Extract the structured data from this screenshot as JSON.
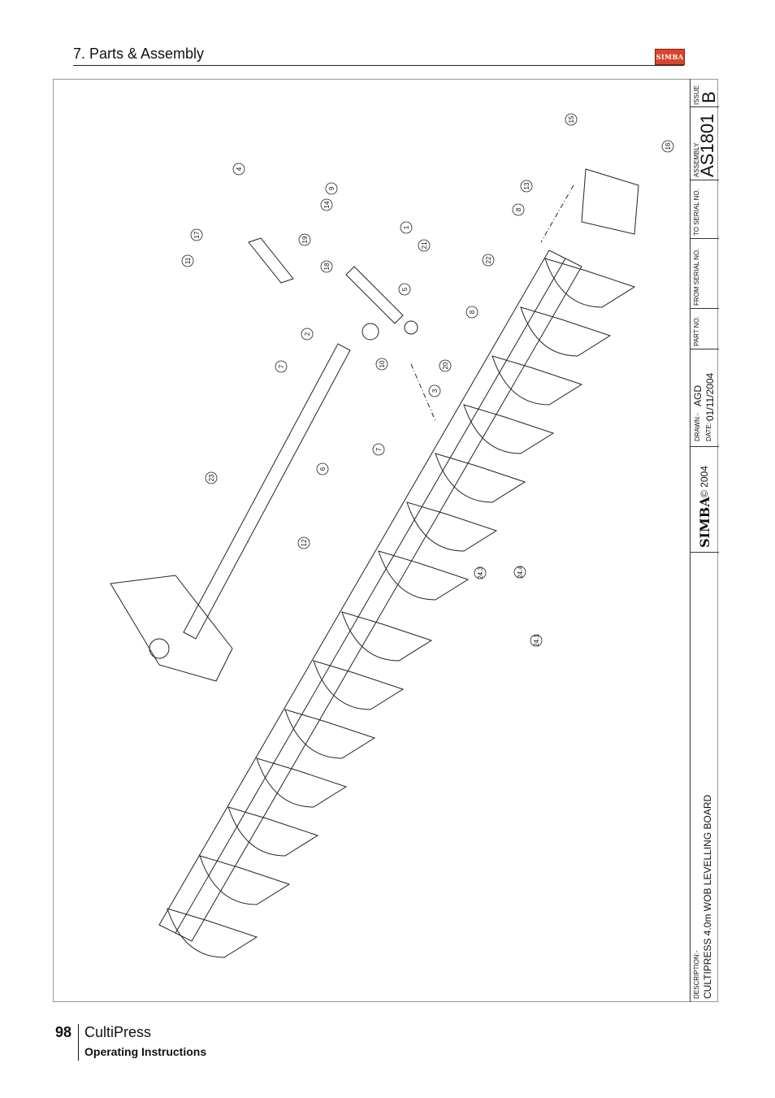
{
  "header": {
    "section_title": "7. Parts & Assembly",
    "logo_text": "SIMBA"
  },
  "title_block": {
    "issue_label": "ISSUE",
    "issue_value": "B",
    "assembly_label": "ASSEMBLY",
    "assembly_value": "AS1801",
    "to_serial_label": "TO SERIAL NO.",
    "from_serial_label": "FROM SERIAL NO.",
    "part_no_label": "PART NO.",
    "drawn_label": "DRAWN:-",
    "drawn_value": "AGD",
    "date_label": "DATE:-",
    "date_value": "01/11/2004",
    "copyright": "© 2004",
    "brand": "SIMBA",
    "description_label": "DESCRIPTION:-",
    "description_value": "CULTIPRESS 4.0m WOB LEVELLING BOARD"
  },
  "callouts": [
    "1",
    "2",
    "3",
    "4",
    "5",
    "6",
    "7",
    "7",
    "8",
    "8",
    "9",
    "10",
    "11",
    "12",
    "13",
    "14",
    "15",
    "16",
    "17",
    "18",
    "19",
    "20",
    "21",
    "22",
    "23",
    "24.1",
    "24.3",
    "24.4"
  ],
  "footer": {
    "page_number": "98",
    "product": "CultiPress",
    "subtitle": "Operating Instructions"
  },
  "colors": {
    "logo": "#d9462b",
    "line": "#222222"
  }
}
